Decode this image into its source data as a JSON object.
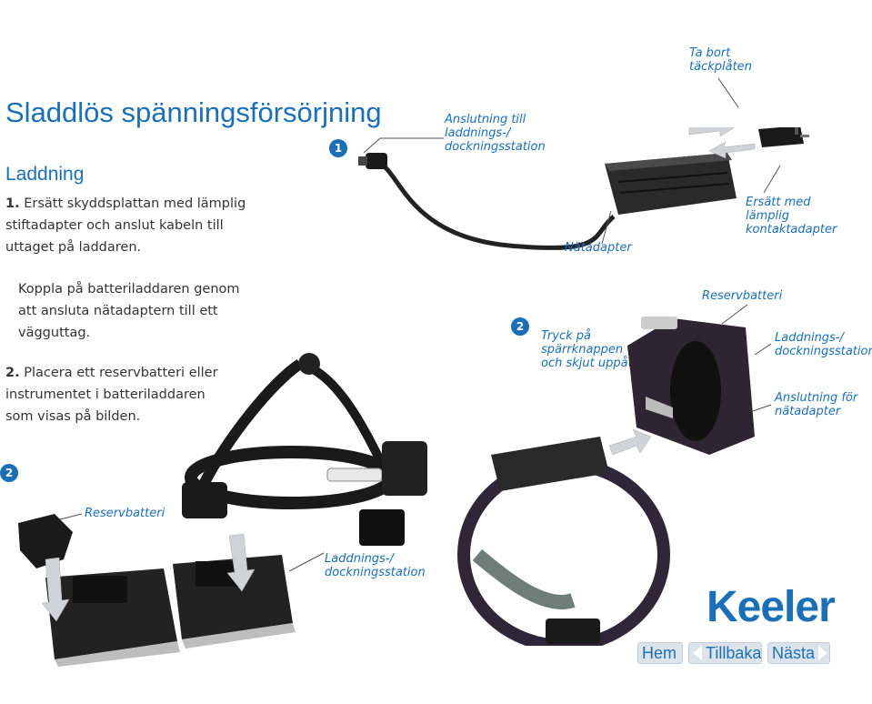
{
  "header": {
    "title": "Sladdlös spänningsförsörjning",
    "subtitle": "Laddning"
  },
  "instructions": {
    "step1_num": "1.",
    "step1_text": "Ersätt skyddsplattan med lämplig stiftadapter och anslut kabeln till uttaget på laddaren.",
    "step1_extra": "Koppla på batteriladdaren genom att ansluta nätadaptern till ett vägguttag.",
    "step2_num": "2.",
    "step2_text": "Placera ett reservbatteri eller instrumentet i batteriladdaren som visas på bilden."
  },
  "figure1": {
    "badge": "1",
    "cap_connection": "Anslutning till laddnings-/ dockningsstation",
    "cap_remove_cover": "Ta bort täckplåten",
    "cap_replace_adapter": "Ersätt med lämplig kontaktadapter",
    "cap_adapter": "Nätadapter"
  },
  "figure2": {
    "badge": "2",
    "cap_spare_battery": "Reservbatteri",
    "cap_press": "Tryck på spärrknappen och skjut uppåt",
    "cap_station": "Laddnings-/ dockningsstation",
    "cap_mains_conn": "Anslutning för nätadapter"
  },
  "figure3": {
    "badge": "2",
    "cap_spare_battery": "Reservbatteri",
    "cap_station": "Laddnings-/ dockningsstation"
  },
  "logo": "Keeler",
  "nav": {
    "home": "Hem",
    "back": "Tillbaka",
    "next": "Nästa"
  },
  "colors": {
    "brand": "#1b6fb6"
  }
}
